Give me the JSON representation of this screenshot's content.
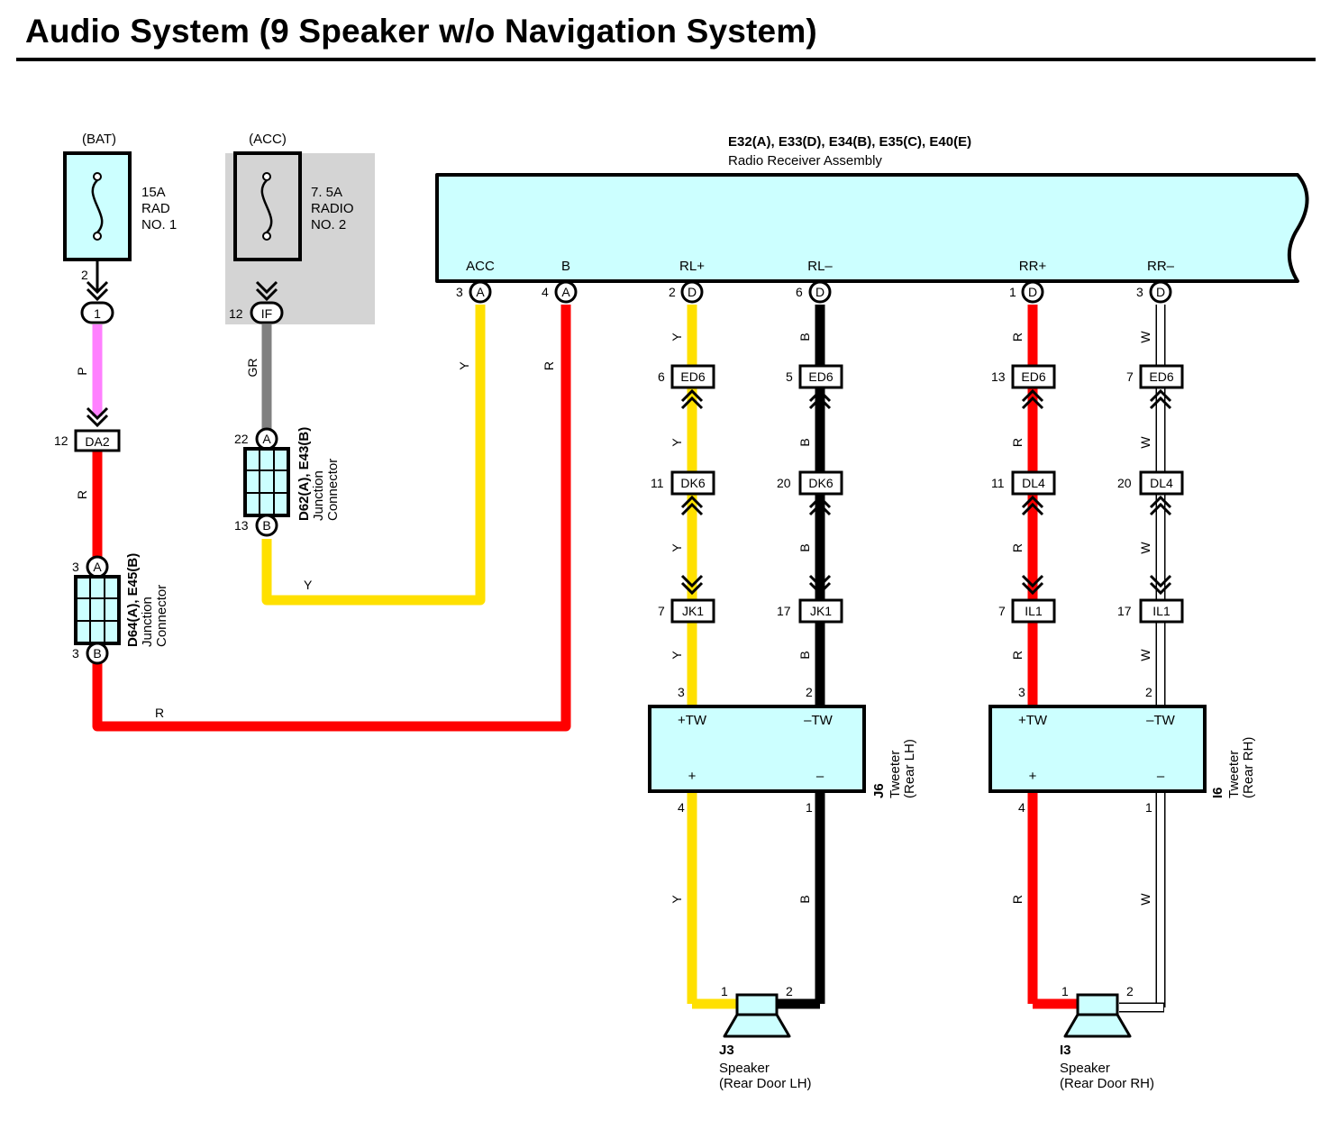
{
  "title": "Audio System (9 Speaker w/o Navigation System)",
  "colors": {
    "component_fill": "#ccffff",
    "shade": "#d4d4d4",
    "wire_P": "#ff80ff",
    "wire_R": "#ff0000",
    "wire_Y": "#ffe000",
    "wire_GR": "#808080",
    "wire_B": "#000000",
    "wire_W": "#ffffff"
  },
  "fuses": {
    "bat": {
      "source": "(BAT)",
      "rating": "15A",
      "name1": "RAD",
      "name2": "NO. 1",
      "pin": "2",
      "terminal": "1"
    },
    "acc": {
      "source": "(ACC)",
      "rating": "7. 5A",
      "name1": "RADIO",
      "name2": "NO. 2",
      "pin": "12",
      "terminal": "IF"
    }
  },
  "radio": {
    "codes": "E32(A), E33(D), E34(B), E35(C), E40(E)",
    "name": "Radio Receiver Assembly",
    "terminals": [
      {
        "label": "ACC",
        "pin": "3",
        "letter": "A"
      },
      {
        "label": "B",
        "pin": "4",
        "letter": "A"
      },
      {
        "label": "RL+",
        "pin": "2",
        "letter": "D"
      },
      {
        "label": "RL–",
        "pin": "6",
        "letter": "D"
      },
      {
        "label": "RR+",
        "pin": "1",
        "letter": "D"
      },
      {
        "label": "RR–",
        "pin": "3",
        "letter": "D"
      }
    ]
  },
  "junctions": {
    "d62": {
      "code": "D62(A), E43(B)",
      "line1": "Junction",
      "line2": "Connector",
      "pin_a": "22",
      "pin_b": "13",
      "letter_a": "A",
      "letter_b": "B"
    },
    "d64": {
      "code": "D64(A), E45(B)",
      "line1": "Junction",
      "line2": "Connector",
      "pin_a": "3",
      "pin_b": "3",
      "letter_a": "A",
      "letter_b": "B"
    }
  },
  "connectors": {
    "da2": {
      "name": "DA2",
      "pin": "12"
    },
    "ed6": [
      {
        "name": "ED6",
        "pin": "6"
      },
      {
        "name": "ED6",
        "pin": "5"
      },
      {
        "name": "ED6",
        "pin": "13"
      },
      {
        "name": "ED6",
        "pin": "7"
      }
    ],
    "mid": [
      {
        "name": "DK6",
        "pin": "11"
      },
      {
        "name": "DK6",
        "pin": "20"
      },
      {
        "name": "DL4",
        "pin": "11"
      },
      {
        "name": "DL4",
        "pin": "20"
      }
    ],
    "low": [
      {
        "name": "JK1",
        "pin": "7"
      },
      {
        "name": "JK1",
        "pin": "17"
      },
      {
        "name": "IL1",
        "pin": "7"
      },
      {
        "name": "IL1",
        "pin": "17"
      }
    ]
  },
  "wire_labels": {
    "bat_upper": "P",
    "bat_lower": "R",
    "acc_upper": "GR",
    "acc_lower": "Y",
    "acc_to_radio": "Y",
    "batt_to_radio": "R",
    "bottom_horizontal": "R",
    "rl_plus": "Y",
    "rl_minus": "B",
    "rr_plus": "R",
    "rr_minus": "W"
  },
  "tweeters": [
    {
      "code": "J6",
      "line1": "Tweeter",
      "line2": "(Rear LH)",
      "in_plus": "+TW",
      "in_minus": "–TW",
      "out_plus": "+",
      "out_minus": "–",
      "pin_in_plus": "3",
      "pin_in_minus": "2",
      "pin_out_plus": "4",
      "pin_out_minus": "1"
    },
    {
      "code": "I6",
      "line1": "Tweeter",
      "line2": "(Rear RH)",
      "in_plus": "+TW",
      "in_minus": "–TW",
      "out_plus": "+",
      "out_minus": "–",
      "pin_in_plus": "3",
      "pin_in_minus": "2",
      "pin_out_plus": "4",
      "pin_out_minus": "1"
    }
  ],
  "speakers": [
    {
      "code": "J3",
      "line1": "Speaker",
      "line2": "(Rear Door LH)",
      "pin1": "1",
      "pin2": "2"
    },
    {
      "code": "I3",
      "line1": "Speaker",
      "line2": "(Rear Door RH)",
      "pin1": "1",
      "pin2": "2"
    }
  ]
}
